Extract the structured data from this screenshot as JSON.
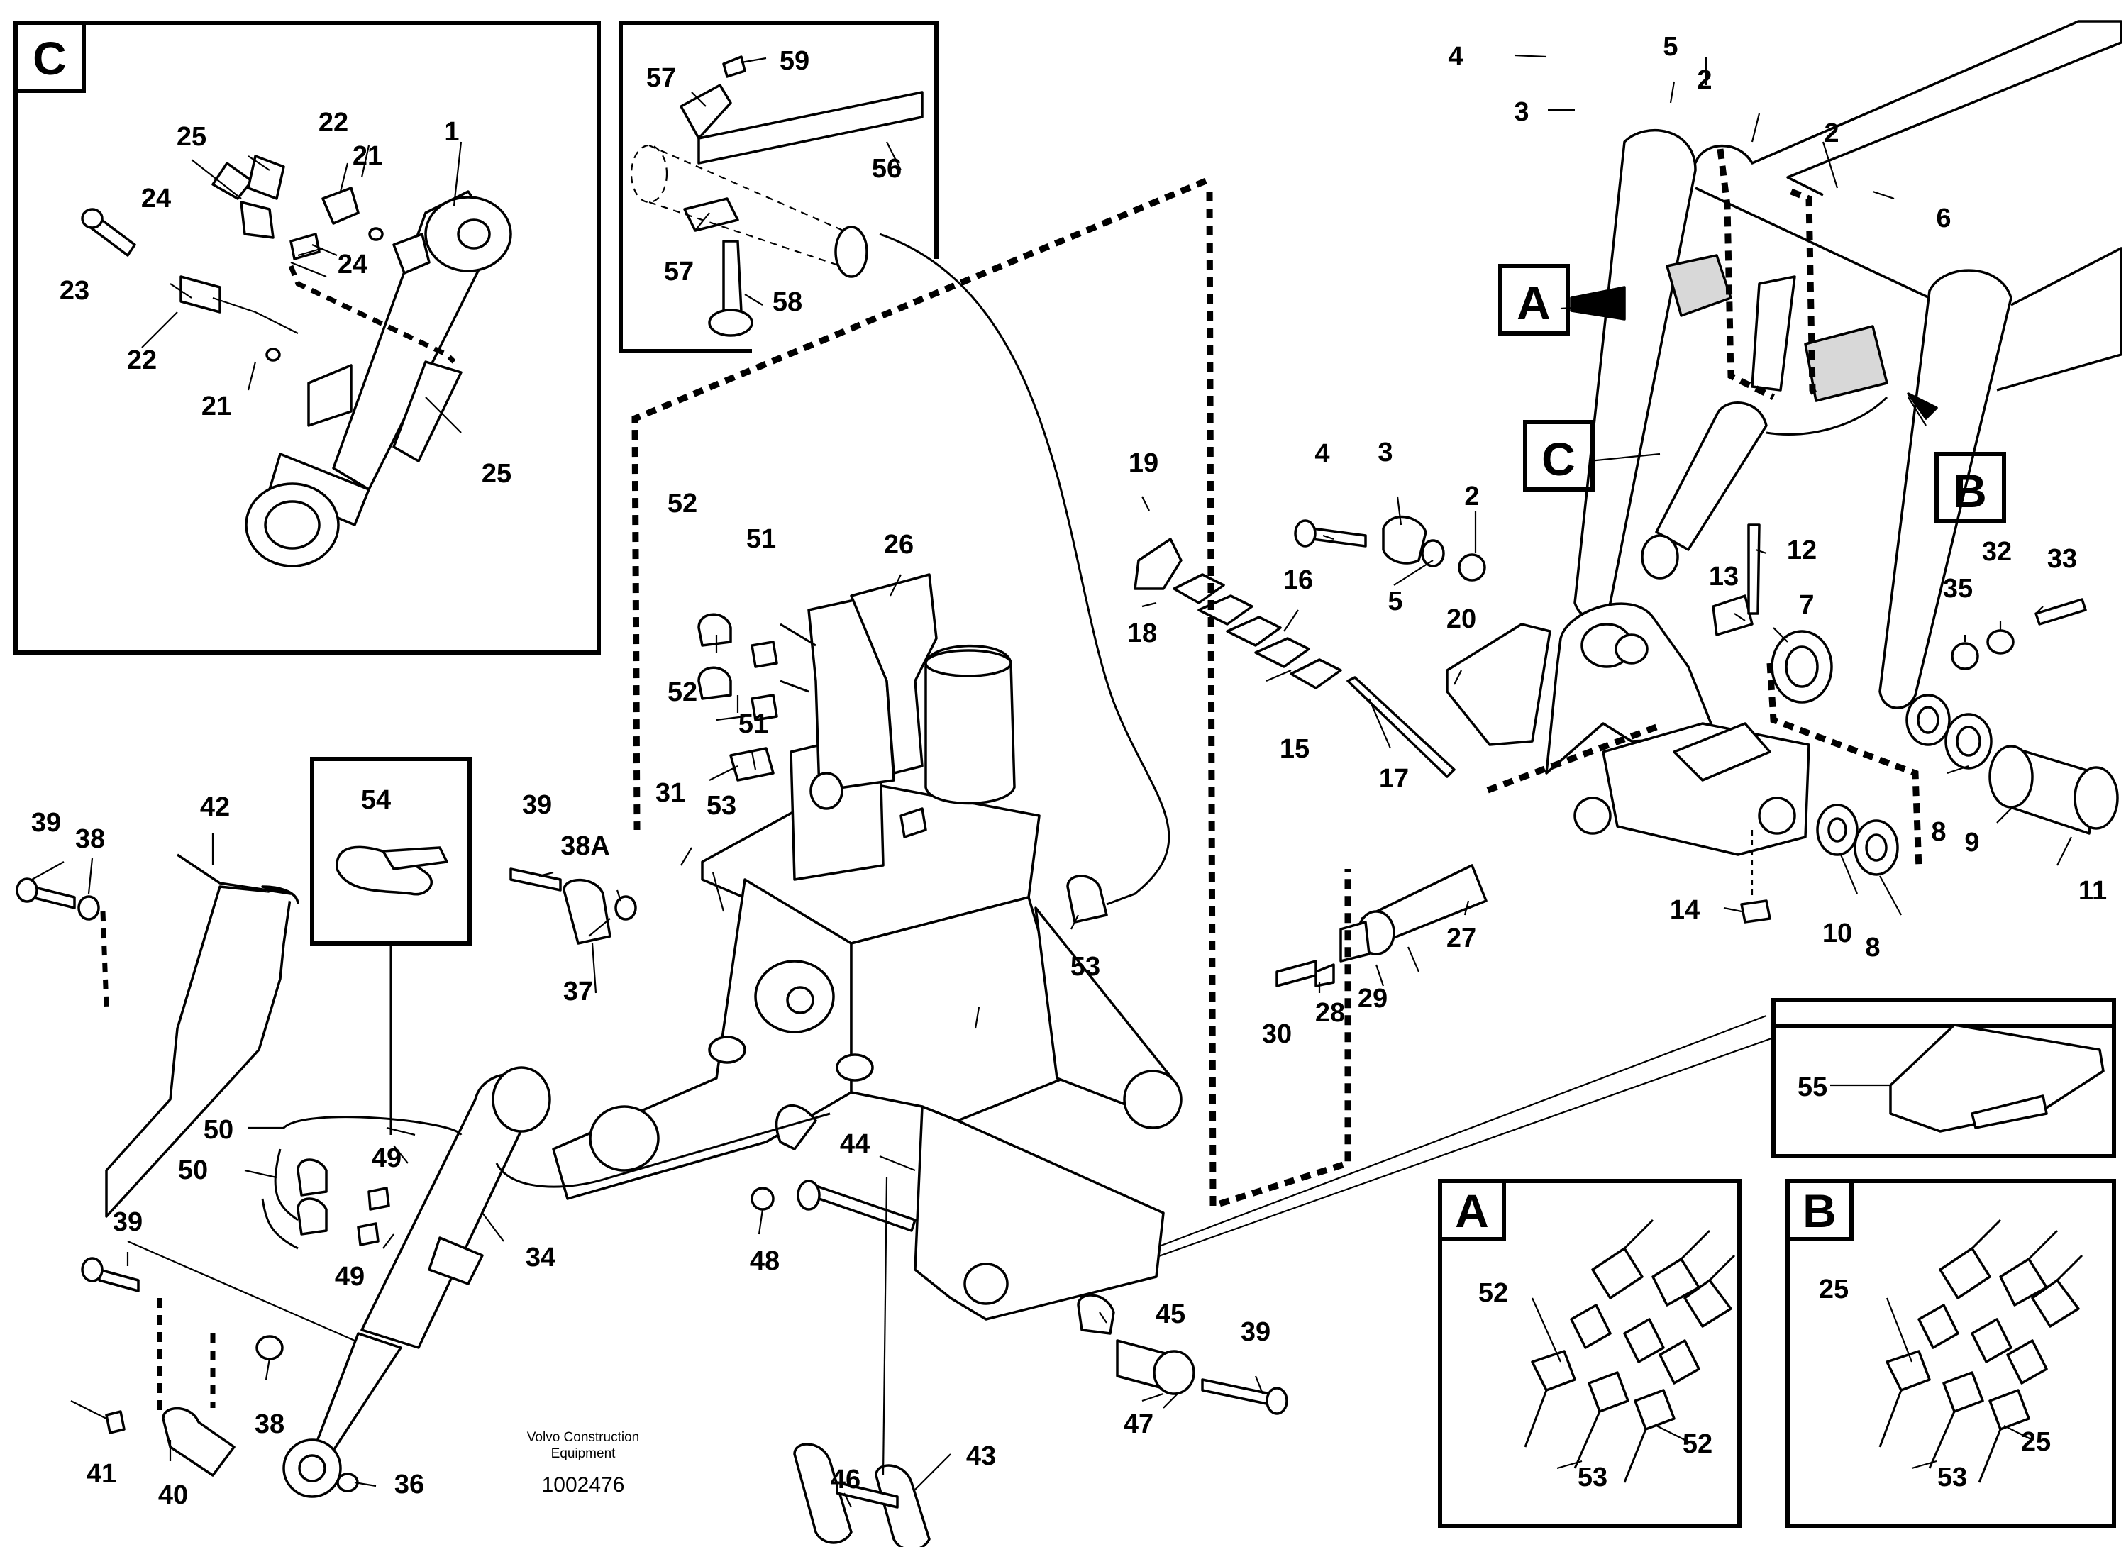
{
  "callouts": {
    "c1": "1",
    "c2a": "2",
    "c2b": "2",
    "c2c": "2",
    "c3a": "3",
    "c3b": "3",
    "c4a": "4",
    "c4b": "4",
    "c5a": "5",
    "c5b": "5",
    "c6": "6",
    "c7": "7",
    "c8a": "8",
    "c8b": "8",
    "c9": "9",
    "c10": "10",
    "c11": "11",
    "c12": "12",
    "c13": "13",
    "c14": "14",
    "c15": "15",
    "c16": "16",
    "c17": "17",
    "c18": "18",
    "c19": "19",
    "c20": "20",
    "c21a": "21",
    "c21b": "21",
    "c22a": "22",
    "c22b": "22",
    "c23": "23",
    "c24a": "24",
    "c24b": "24",
    "c25a": "25",
    "c25b": "25",
    "c25c": "25",
    "c25d": "25",
    "c26": "26",
    "c27": "27",
    "c28": "28",
    "c29": "29",
    "c30": "30",
    "c31": "31",
    "c32": "32",
    "c33": "33",
    "c34": "34",
    "c35": "35",
    "c36": "36",
    "c37": "37",
    "c38a": "38",
    "c38b": "38",
    "c38A": "38A",
    "c39a": "39",
    "c39b": "39",
    "c39c": "39",
    "c39d": "39",
    "c40": "40",
    "c41": "41",
    "c42": "42",
    "c43": "43",
    "c44": "44",
    "c45": "45",
    "c46": "46",
    "c47": "47",
    "c48": "48",
    "c49a": "49",
    "c49b": "49",
    "c50a": "50",
    "c50b": "50",
    "c51a": "51",
    "c51b": "51",
    "c52a": "52",
    "c52b": "52",
    "c52c": "52",
    "c52d": "52",
    "c53a": "53",
    "c53b": "53",
    "c53c": "53",
    "c53d": "53",
    "c54": "54",
    "c55": "55",
    "c56": "56",
    "c57a": "57",
    "c57b": "57",
    "c58": "58",
    "c59": "59"
  },
  "detail_labels": {
    "c_box": "C",
    "a_main": "A",
    "b_main": "B",
    "c_main": "C",
    "a_box": "A",
    "b_box": "B"
  },
  "footer": {
    "credit_line1": "Volvo Construction",
    "credit_line2": "Equipment",
    "doc_number": "1002476"
  }
}
